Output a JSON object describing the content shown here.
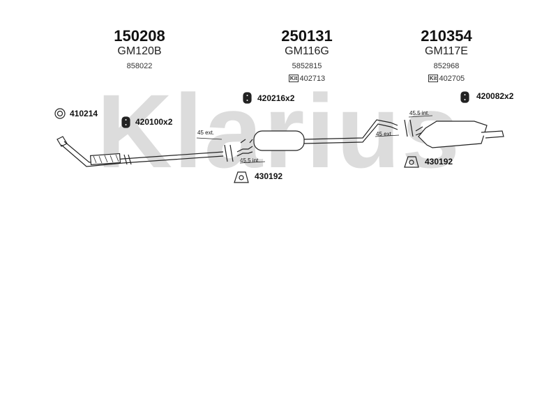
{
  "watermark": {
    "text": "Klarius",
    "color": "#d9d9d9"
  },
  "columns": [
    {
      "part_number": "150208",
      "model": "GM120B",
      "oem": "858022",
      "kit": null
    },
    {
      "part_number": "250131",
      "model": "GM116G",
      "oem": "5852815",
      "kit": {
        "label": "Kit",
        "number": "402713"
      }
    },
    {
      "part_number": "210354",
      "model": "GM117E",
      "oem": "852968",
      "kit": {
        "label": "Kit",
        "number": "402705"
      }
    }
  ],
  "accessories": {
    "ring_seal": "410214",
    "mount_front": "420100x2",
    "mount_middle": "420216x2",
    "mount_rear": "420082x2",
    "clamp_middle": "430192",
    "clamp_rear": "430192"
  },
  "dimensions": {
    "front_joint": "45 ext.",
    "middle_joint_left": "45.5 int.",
    "rear_joint_top": "45.5 int.",
    "rear_joint_bottom": "45 ext."
  }
}
